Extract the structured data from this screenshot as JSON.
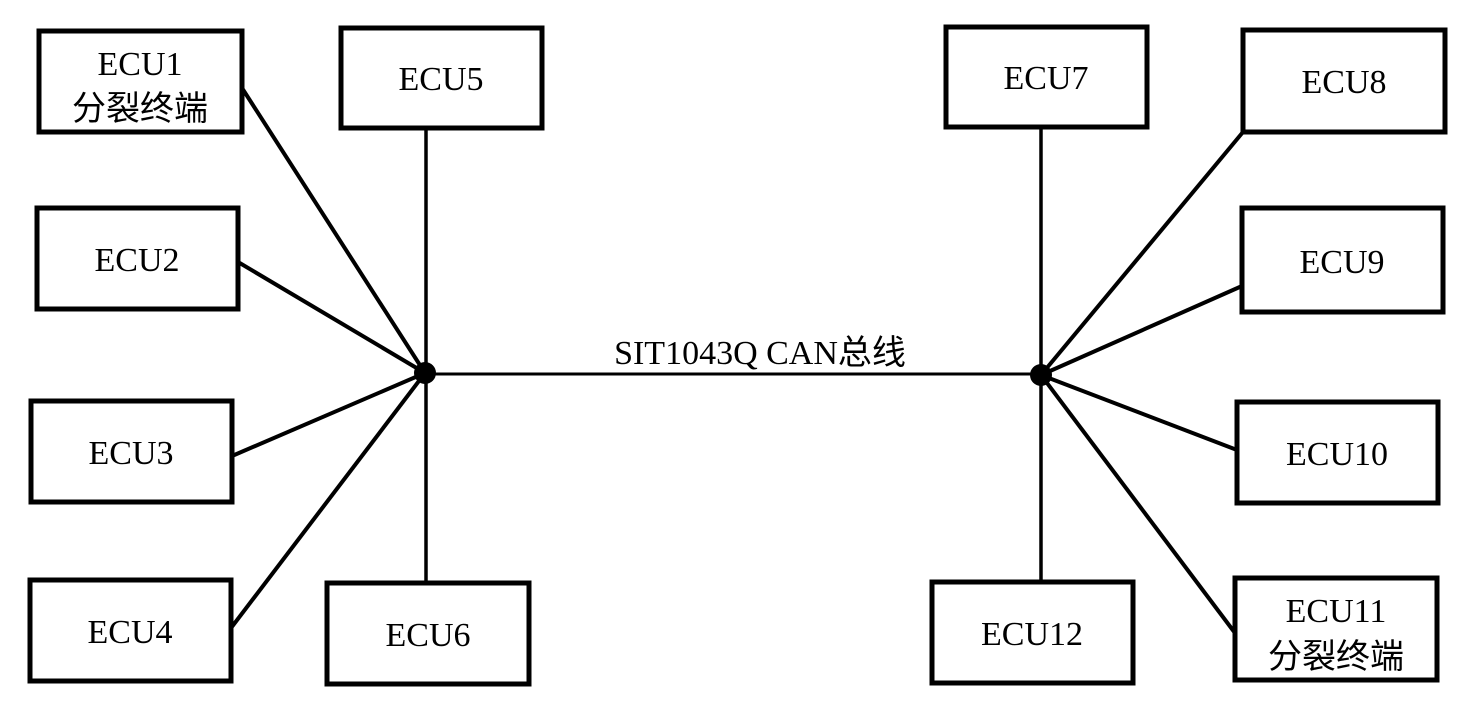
{
  "diagram": {
    "type": "network-topology",
    "bus_label": "SIT1043Q CAN总线",
    "nodes": [
      {
        "id": "ecu1",
        "label": "ECU1",
        "sublabel": "分裂终端"
      },
      {
        "id": "ecu2",
        "label": "ECU2"
      },
      {
        "id": "ecu3",
        "label": "ECU3"
      },
      {
        "id": "ecu4",
        "label": "ECU4"
      },
      {
        "id": "ecu5",
        "label": "ECU5"
      },
      {
        "id": "ecu6",
        "label": "ECU6"
      },
      {
        "id": "ecu7",
        "label": "ECU7"
      },
      {
        "id": "ecu8",
        "label": "ECU8"
      },
      {
        "id": "ecu9",
        "label": "ECU9"
      },
      {
        "id": "ecu10",
        "label": "ECU10"
      },
      {
        "id": "ecu11",
        "label": "ECU11",
        "sublabel": "分裂终端"
      },
      {
        "id": "ecu12",
        "label": "ECU12"
      }
    ],
    "junctions": [
      {
        "id": "left-junction"
      },
      {
        "id": "right-junction"
      }
    ],
    "edges": [
      {
        "from": "ECU1",
        "to": "left-junction"
      },
      {
        "from": "ECU2",
        "to": "left-junction"
      },
      {
        "from": "ECU3",
        "to": "left-junction"
      },
      {
        "from": "ECU4",
        "to": "left-junction"
      },
      {
        "from": "ECU5",
        "to": "left-junction"
      },
      {
        "from": "ECU6",
        "to": "left-junction"
      },
      {
        "from": "left-junction",
        "to": "right-junction",
        "label": "SIT1043Q CAN总线"
      },
      {
        "from": "ECU7",
        "to": "right-junction"
      },
      {
        "from": "ECU8",
        "to": "right-junction"
      },
      {
        "from": "ECU9",
        "to": "right-junction"
      },
      {
        "from": "ECU10",
        "to": "right-junction"
      },
      {
        "from": "ECU11",
        "to": "right-junction"
      },
      {
        "from": "ECU12",
        "to": "right-junction"
      }
    ],
    "colors": {
      "stroke": "#000000",
      "box_fill": "#ffffff",
      "text": "#000000",
      "background": "#ffffff"
    }
  }
}
